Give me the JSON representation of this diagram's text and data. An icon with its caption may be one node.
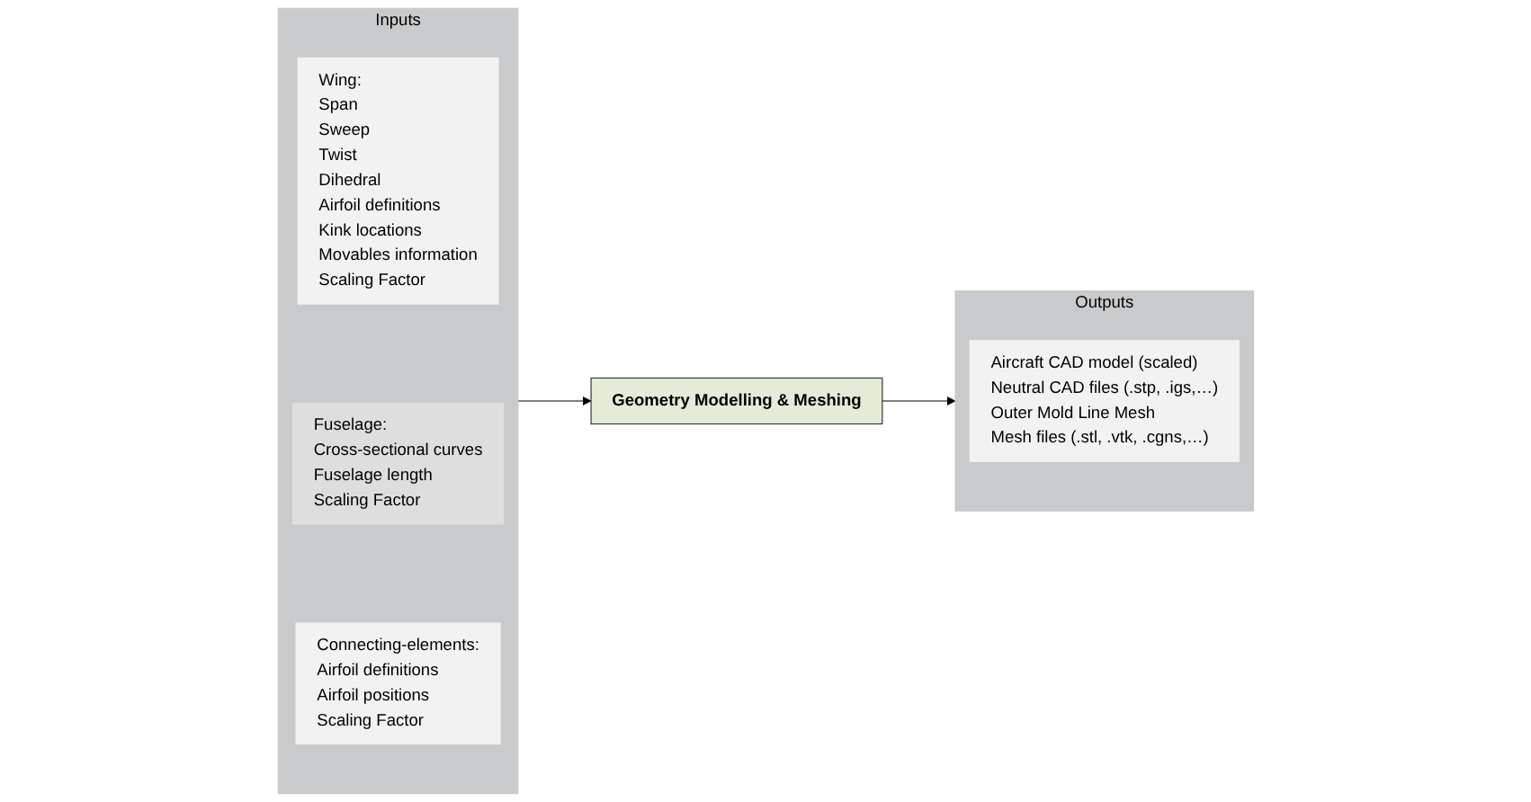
{
  "diagram": {
    "nodes": [
      {
        "text": [
          "Inputs"
        ]
      },
      {
        "text": [
          "Wing:",
          "Span",
          "Sweep",
          "Twist",
          "Dihedral",
          "Airfoil definitions",
          "Kink locations",
          "Movables information",
          "Scaling Factor"
        ],
        "in": 0
      },
      {
        "text": [
          "Fuselage:",
          "Cross-sectional curves",
          "Fuselage length",
          "Scaling Factor"
        ],
        "in": 0
      },
      {
        "text": [
          "Connecting-elements:",
          "Airfoil definitions",
          "Airfoil positions",
          "Scaling Factor"
        ],
        "in": 0
      },
      {
        "text": [
          "Geometry Modelling & Meshing"
        ]
      },
      {
        "text": [
          "Outputs"
        ]
      },
      {
        "text": [
          "Aircraft CAD model (scaled)",
          "Neutral CAD files (.stp, .igs,…)",
          "Outer Mold Line Mesh",
          "Mesh files (.stl, .vtk, .cgns,…)"
        ],
        "in": 5
      }
    ],
    "edges": [
      {
        "from": 0,
        "to": 4,
        "arrow": "to"
      },
      {
        "from": 4,
        "to": 5,
        "arrow": "to"
      }
    ]
  }
}
